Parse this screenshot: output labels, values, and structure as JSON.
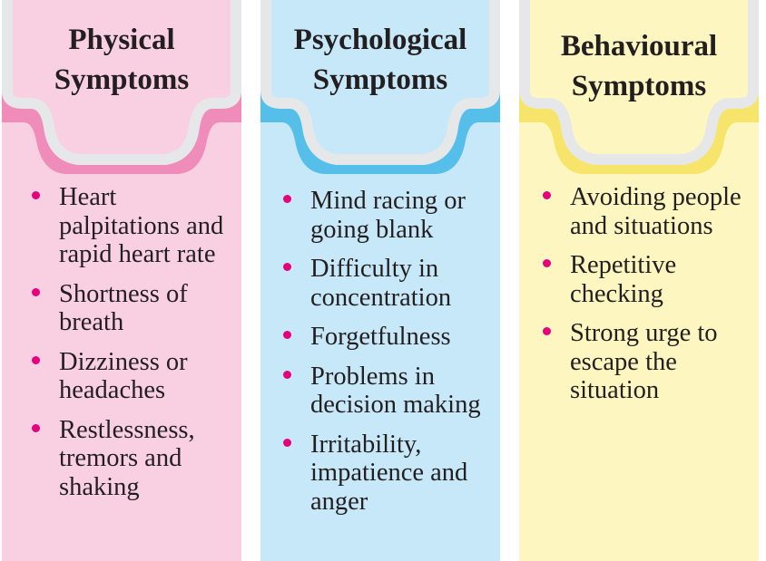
{
  "colors": {
    "bullet": "#e6007e",
    "shield_fill": "#e6e7e8",
    "shield_stroke": "#d1d3d4"
  },
  "columns": [
    {
      "title_line1": "Physical",
      "title_line2": "Symptoms",
      "bg": "#f8d0e2",
      "shadow": "#f08cba",
      "items": [
        "Heart palpitations and rapid heart rate",
        "Shortness of breath",
        "Dizziness or headaches",
        "Restlessness, tremors and shaking"
      ]
    },
    {
      "title_line1": "Psychological",
      "title_line2": "Symptoms",
      "bg": "#c7e8f8",
      "shadow": "#55bfea",
      "items": [
        "Mind racing or going blank",
        "Difficulty in concentration",
        "Forgetfulness",
        "Problems in decision making",
        "Irritability, impatience and anger"
      ]
    },
    {
      "title_line1": "Behavioural",
      "title_line2": "Symptoms",
      "bg": "#fdf6c0",
      "shadow": "#f7e46a",
      "items": [
        "Avoiding people and situations",
        "Repetitive checking",
        "Strong urge to escape the situation"
      ]
    }
  ]
}
